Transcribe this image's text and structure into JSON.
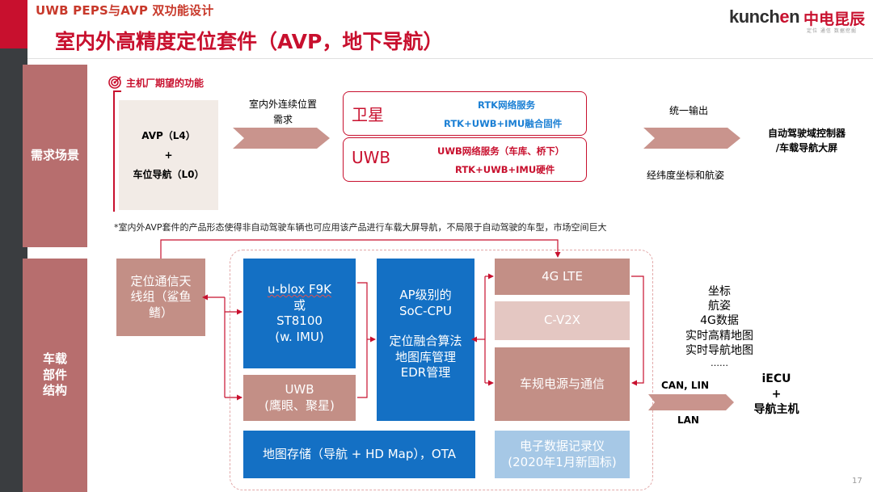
{
  "header": {
    "subtitle": "UWB PEPS与AVP 双功能设计",
    "title": "室内外高精度定位套件（AVP，地下导航）",
    "logo": {
      "word_prefix": "kun",
      "word_mid": "ch",
      "word_hl": "e",
      "word_suffix": "n",
      "chinese": "中电昆辰",
      "tagline": "定位  通信  数据挖掘"
    }
  },
  "sections": {
    "demand": {
      "label": "需求场景",
      "expected_label": "主机厂期望的功能",
      "expected_items": [
        "AVP（L4）",
        "+",
        "车位导航（L0）"
      ],
      "need_text": "室内外连续位置需求",
      "satellite": {
        "label": "卫星",
        "lines": [
          "RTK网络服务",
          "RTK+UWB+IMU融合固件"
        ]
      },
      "uwb": {
        "label": "UWB",
        "lines": [
          "UWB网络服务（车库、桥下）",
          "RTK+UWB+IMU硬件"
        ]
      },
      "unified_output": "统一输出",
      "coords_text": "经纬度坐标和航姿",
      "output_target": [
        "自动驾驶域控制器",
        "/车载导航大屏"
      ]
    },
    "footnote": "*室内外AVP套件的产品形态使得非自动驾驶车辆也可应用该产品进行车载大屏导航，不局限于自动驾驶的车型，市场空间巨大",
    "parts": {
      "label": "车载部件结构",
      "antenna": [
        "定位通信天",
        "线组（鲨鱼",
        "鳍）"
      ],
      "gnss": [
        "u-blox F9K",
        "或",
        "ST8100",
        "(w. IMU)"
      ],
      "uwb": [
        "UWB",
        "(鹰眼、聚星)"
      ],
      "soc": [
        "AP级别的",
        "SoC-CPU",
        "",
        "定位融合算法",
        "地图库管理",
        "EDR管理"
      ],
      "lte": "4G LTE",
      "cv2x": "C-V2X",
      "power": "车规电源与通信",
      "map_storage": "地图存储（导航 + HD Map），OTA",
      "edr": [
        "电子数据记录仪",
        "(2020年1月新国标)"
      ],
      "outputs": [
        "坐标",
        "航姿",
        "4G数据",
        "实时高精地图",
        "实时导航地图",
        "……"
      ],
      "can_lin": "CAN, LIN",
      "lan": "LAN",
      "ecu_target": [
        "iECU",
        "+",
        "导航主机"
      ]
    }
  },
  "page_number": "17",
  "colors": {
    "brand_red": "#c8102e",
    "section_label": "#b76e6e",
    "pink_card": "#c38f86",
    "pink_light": "#e4c7c2",
    "blue_card": "#1470c4",
    "blue_light": "#a6c8e6",
    "sat_text_blue": "#1a7fd4",
    "dark_bar": "#3a3d40"
  }
}
